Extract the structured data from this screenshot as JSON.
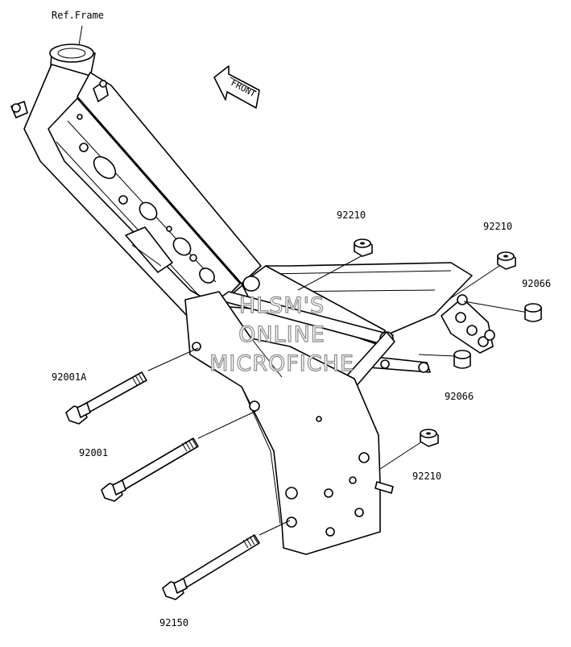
{
  "diagram": {
    "labels": {
      "ref_frame": "Ref.Frame",
      "front": "FRONT",
      "nut_top_left": "92210",
      "nut_top_right": "92210",
      "cap_right": "92066",
      "cap_middle": "92066",
      "nut_bottom": "92210",
      "bolt_upper": "92001A",
      "bolt_middle": "92001",
      "bolt_lower": "92150"
    },
    "watermark": [
      "HLSM'S",
      "ONLINE",
      "MICROFICHE"
    ]
  }
}
